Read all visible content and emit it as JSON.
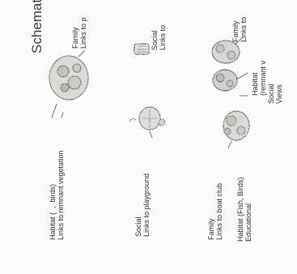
{
  "title": "Schematic links",
  "labels": {
    "family_p_top": "Family\nLinks to p",
    "habitat_remnant": "Habitat (  ,  birds)\nLinks to remnant vegetation",
    "social_top": "Social\nLinks to",
    "social_playground": "Social\nLinks to playground",
    "family_right_top": "Family\nLinks to",
    "habitat_right": "Habitat\n(remnant v",
    "social_views": "Social\nViews",
    "family_boat": "Family\nLinks to boat club",
    "habitat_educational": "Habitat (Fish, Birds)\nEducational"
  }
}
